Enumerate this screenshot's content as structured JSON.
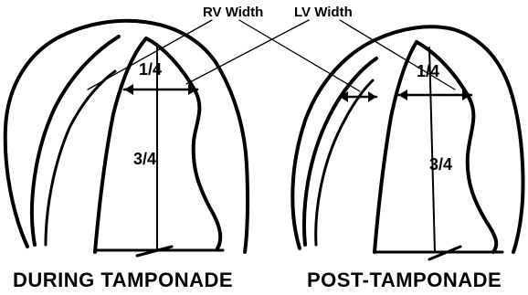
{
  "labels": {
    "rv_width": "RV Width",
    "lv_width": "LV Width"
  },
  "panels": [
    {
      "caption": "DURING TAMPONADE",
      "upper_fraction": "1/4",
      "lower_fraction": "3/4"
    },
    {
      "caption": "POST-TAMPONADE",
      "upper_fraction": "1/4",
      "lower_fraction": "3/4"
    }
  ],
  "colors": {
    "ink": "#000000",
    "background": "#ffffff"
  }
}
